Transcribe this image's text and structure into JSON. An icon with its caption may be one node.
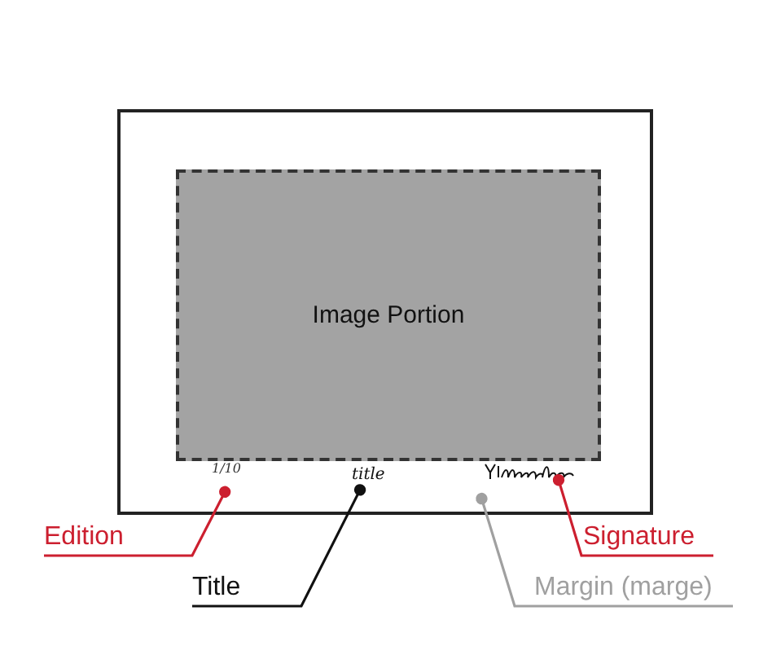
{
  "diagram": {
    "nodes": [
      {
        "text": [],
        "shape": "box"
      },
      {
        "text": [
          "Image Portion"
        ],
        "in": 0
      },
      {
        "text": [
          "1/10"
        ],
        "in": 0
      },
      {
        "text": [
          "title"
        ],
        "in": 0
      },
      {
        "text": [],
        "shape": "scribble",
        "in": 0
      },
      {
        "text": [
          "Edition"
        ]
      },
      {
        "text": [
          "Signature"
        ]
      },
      {
        "text": [
          "Title"
        ]
      },
      {
        "text": [
          "Margin (marge)"
        ]
      }
    ],
    "edges": [
      {
        "from": 5,
        "to": 2,
        "arrow": "other",
        "color": "#cc1f2f"
      },
      {
        "from": 7,
        "to": 3,
        "arrow": "other",
        "color": "#111111"
      },
      {
        "from": 6,
        "to": 4,
        "arrow": "other",
        "color": "#cc1f2f"
      },
      {
        "from": 8,
        "to": 0,
        "arrow": "other",
        "color": "#a0a0a0"
      }
    ]
  }
}
